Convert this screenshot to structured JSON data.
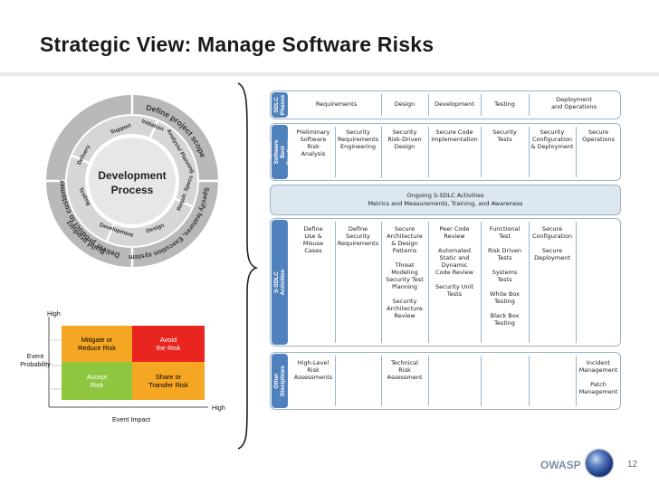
{
  "title": "Strategic View: Manage Software Risks",
  "donut": {
    "center": [
      "Development",
      "Process"
    ],
    "outer": [
      "Define project scope",
      "Specify features, Execution system",
      "Build product",
      "Deliver product to customer"
    ],
    "inner": [
      "Support",
      "Initiation",
      "Analysis/ Planning",
      "Requir. Specs",
      "Design",
      "Development",
      "Testing",
      "Delivery"
    ]
  },
  "sdlc": {
    "phases_label": "SDLC\nPhases",
    "phases": [
      "Requirements",
      "Design",
      "Development",
      "Testing",
      "Deployment\nand Operations"
    ],
    "best_practices_label": "Secure Software\nBest Practices",
    "best_practices": [
      "Preliminary\nSoftware\nRisk\nAnalysis",
      "Security\nRequirements\nEngineering",
      "Security\nRisk-Driven\nDesign",
      "Secure Code\nImplementation",
      "Security\nTests",
      "Security\nConfiguration\n& Deployment",
      "Secure\nOperations"
    ],
    "ongoing_line1": "Ongoing S-SDLC Activities",
    "ongoing_line2": "Metrics and Measurements, Training, and Awareness",
    "activities_label": "S-SDLC Activities",
    "activities": [
      "Define\nUse &\nMisuse\nCases",
      "Define\nSecurity\nRequirements",
      "Secure\nArchitecture\n& Design\nPatterns\n\nThreat\nModeling\nSecurity Test\nPlanning\n\nSecurity\nArchitecture\nReview",
      "Peer Code\nReview\n\nAutomated\nStatic and\nDynamic\nCode Review\n\nSecurity Unit\nTests",
      "Functional\nTest\n\nRisk Driven\nTests\n\nSystems\nTests\n\nWhite Box\nTesting\n\nBlack Box\nTesting",
      "Secure\nConfiguration\n\nSecure\nDeployment"
    ],
    "other_label": "Other Disciplines",
    "other": [
      "High-Level\nRisk\nAssessments",
      "",
      "Technical\nRisk\nAssessment",
      "",
      "",
      "Incident\nManagement\n\nPatch\nManagement"
    ]
  },
  "risk": {
    "y_high": "High",
    "y_axis": "Event\nProbability",
    "x_high": "High",
    "x_axis": "Event Impact",
    "q_top_left": "Mitigate or\nReduce Risk",
    "q_top_right": "Avoid\nthe Risk",
    "q_bottom_left": "Accept\nRisk",
    "q_bottom_right": "Share or\nTransfer Risk",
    "colors": {
      "orange": "#f5a623",
      "red": "#e8251f",
      "green": "#8ec63f"
    }
  },
  "footer": {
    "org": "OWASP",
    "page": "12"
  }
}
